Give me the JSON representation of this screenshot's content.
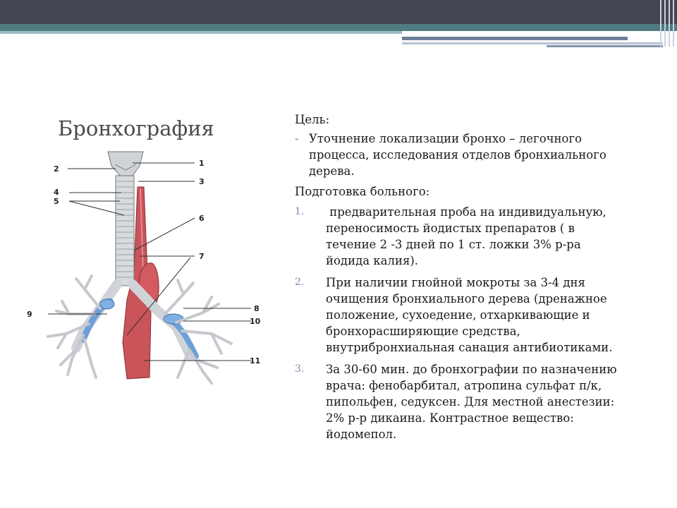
{
  "slide": {
    "title": "Бронхография"
  },
  "figure": {
    "labels": [
      "1",
      "2",
      "3",
      "4",
      "5",
      "6",
      "7",
      "8",
      "9",
      "10",
      "11"
    ]
  },
  "content": {
    "goal_heading": "Цель:",
    "goal_marker": "-",
    "goal_text": "Уточнение локализации бронхо – легочного процесса, исследования отделов бронхиального дерева.",
    "prep_heading": "Подготовка больного:",
    "steps": [
      {
        "marker": "1.",
        "text": " предварительная проба на индивидуальную, переносимость йодистых препаратов ( в течение 2 -3 дней по 1 ст. ложки 3% р-ра йодида калия)."
      },
      {
        "marker": "2.",
        "text": "При наличии гнойной мокроты за 3-4 дня очищения бронхиального дерева (дренажное положение, сухоедение, отхаркивающие и бронхорасширяющие средства, внутрибронхиальная санация антибиотиками."
      },
      {
        "marker": "3.",
        "text": "За 30-60 мин. до бронхографии по назначению врача: фенобарбитал, атропина сульфат п/к, пипольфен, седуксен. Для местной анестезии: 2% р-р дикаина. Контрастное вещество: йодомепол."
      }
    ]
  }
}
